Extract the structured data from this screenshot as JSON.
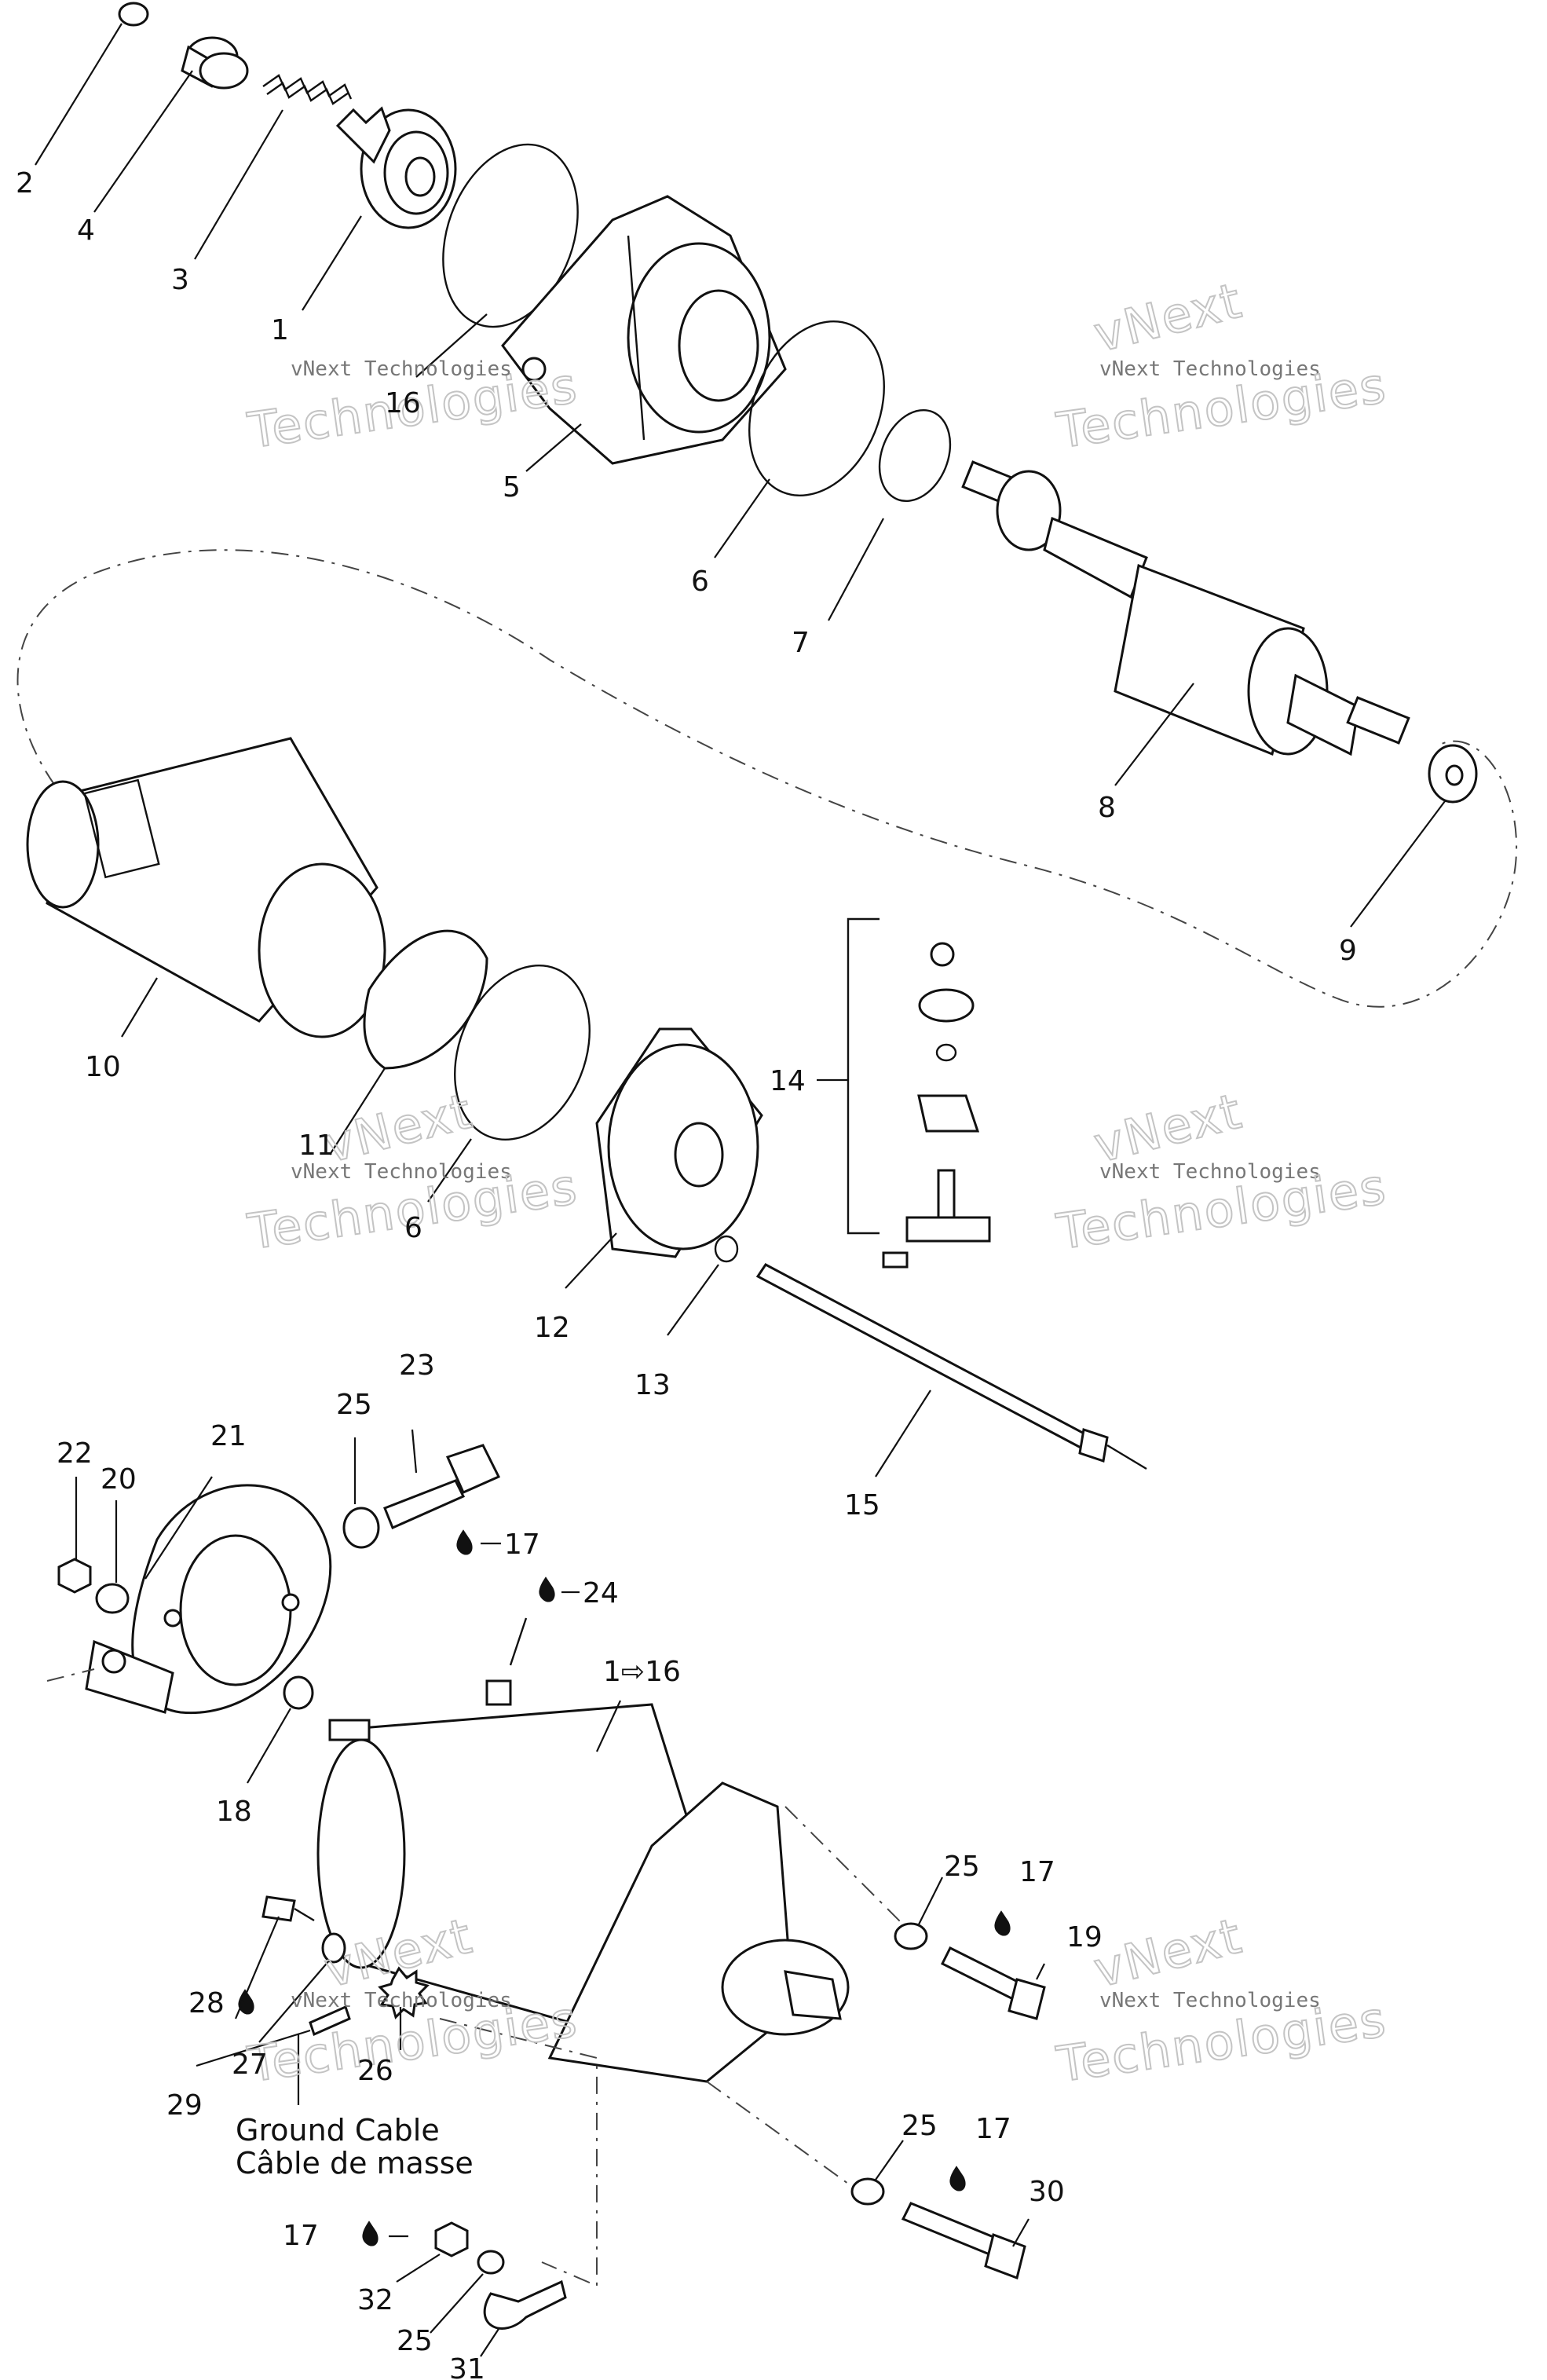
{
  "callouts": [
    {
      "id": "c2",
      "text": "2"
    },
    {
      "id": "c4",
      "text": "4"
    },
    {
      "id": "c3",
      "text": "3"
    },
    {
      "id": "c1",
      "text": "1"
    },
    {
      "id": "c16",
      "text": "16"
    },
    {
      "id": "c5",
      "text": "5"
    },
    {
      "id": "c6a",
      "text": "6"
    },
    {
      "id": "c7",
      "text": "7"
    },
    {
      "id": "c8",
      "text": "8"
    },
    {
      "id": "c9",
      "text": "9"
    },
    {
      "id": "c10",
      "text": "10"
    },
    {
      "id": "c11",
      "text": "11"
    },
    {
      "id": "c6b",
      "text": "6"
    },
    {
      "id": "c14",
      "text": "14"
    },
    {
      "id": "c12",
      "text": "12"
    },
    {
      "id": "c13",
      "text": "13"
    },
    {
      "id": "c15",
      "text": "15"
    },
    {
      "id": "c23",
      "text": "23"
    },
    {
      "id": "c25a",
      "text": "25"
    },
    {
      "id": "c21",
      "text": "21"
    },
    {
      "id": "c22",
      "text": "22"
    },
    {
      "id": "c20",
      "text": "20"
    },
    {
      "id": "c17a",
      "text": "17"
    },
    {
      "id": "c24",
      "text": "24"
    },
    {
      "id": "c1to16",
      "text": "1⇨16"
    },
    {
      "id": "c18",
      "text": "18"
    },
    {
      "id": "c25b",
      "text": "25"
    },
    {
      "id": "c17b",
      "text": "17"
    },
    {
      "id": "c19",
      "text": "19"
    },
    {
      "id": "c28",
      "text": "28"
    },
    {
      "id": "c27",
      "text": "27"
    },
    {
      "id": "c26",
      "text": "26"
    },
    {
      "id": "c29",
      "text": "29"
    },
    {
      "id": "c25c",
      "text": "25"
    },
    {
      "id": "c17c",
      "text": "17"
    },
    {
      "id": "c30",
      "text": "30"
    },
    {
      "id": "c17d",
      "text": "17"
    },
    {
      "id": "c32",
      "text": "32"
    },
    {
      "id": "c25d",
      "text": "25"
    },
    {
      "id": "c31",
      "text": "31"
    }
  ],
  "ground_cable": {
    "line1": "Ground Cable",
    "line2": "Câble de masse"
  },
  "watermark": {
    "line1": "vNext Technologies",
    "line2": "Technologies",
    "line3": "vNext"
  }
}
